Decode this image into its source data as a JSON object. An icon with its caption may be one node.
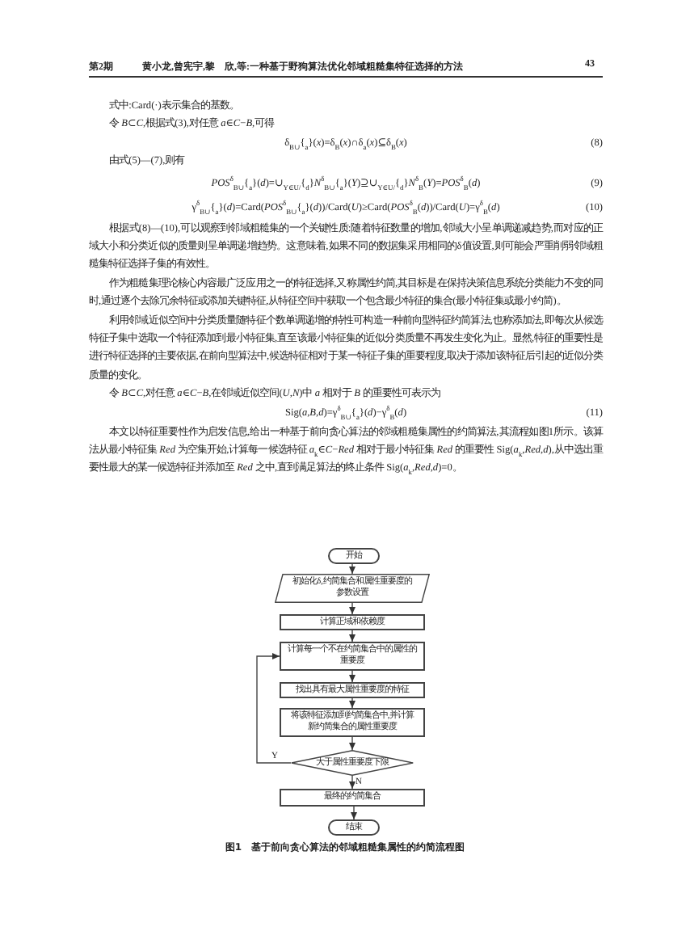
{
  "diagram": {
    "caption": "图1　基于前向贪心算法的邻域粗糙集属性的约简流程图",
    "nodes": [
      {
        "text": [
          "开始"
        ]
      },
      {
        "text": [
          "初始化δ,约简集合和属性重要度的参数设置"
        ]
      },
      {
        "text": [
          "计算正域和依赖度"
        ]
      },
      {
        "text": [
          "计算每一个不在约简集合中的属性的重要度"
        ]
      },
      {
        "text": [
          "找出具有最大属性重要度的特征"
        ]
      },
      {
        "text": [
          "将该特征添加到约简集合中,并计算新约简集合的属性重要度"
        ]
      },
      {
        "text": [
          "大于属性重要度下限"
        ]
      },
      {
        "text": [
          "最终的约简集合"
        ]
      },
      {
        "text": [
          "结束"
        ]
      }
    ],
    "edges": [
      {
        "from": 0,
        "to": 1,
        "arrow": "to"
      },
      {
        "from": 1,
        "to": 2,
        "arrow": "to"
      },
      {
        "from": 2,
        "to": 3,
        "arrow": "to"
      },
      {
        "from": 3,
        "to": 4,
        "arrow": "to"
      },
      {
        "from": 4,
        "to": 5,
        "arrow": "to"
      },
      {
        "from": 5,
        "to": 6,
        "arrow": "to"
      },
      {
        "from": 6,
        "to": 3,
        "arrow": "to",
        "label": "Y"
      },
      {
        "from": 6,
        "to": 7,
        "arrow": "to",
        "label": "N"
      },
      {
        "from": 7,
        "to": 8,
        "arrow": "to"
      }
    ],
    "labels": [
      "第2期",
      "黄小龙,曾宪宇,黎　欣,等:一种基于野狗算法优化邻域粗糙集特征选择的方法",
      "43",
      "式中:Card(·)表示集合的基数。",
      "令 *B*⊂*C*,根据式(3),对任意 *a*∈*C*−*B*,可得",
      "δ$_{B∪}${$_{a}$}(*x*)=δ$_{B}$(*x*)∩δ$_{a}$(*x*)⊆δ$_{B}$(*x*)",
      "(8)",
      "由式(5)—(7),则有",
      "*POS*$^{δ}$$_{B∪}${$_{a}$}(*d*)=∪$_{Y∈U/}${$_{d}$}*N*$^{δ}$$_{B∪}${$_{a}$}(*Y*)⊇∪$_{Y∈U/}${$_{d}$}*N*$^{δ}$$_{B}$(*Y*)=*POS*$^{δ}$$_{B}$(*d*)",
      "(9)",
      "γ$^{δ}$$_{B∪}${$_{a}$}(*d*)=Card(*POS*$^{δ}$$_{B∪}${$_{a}$}(*d*))/Card(*U*)≥Card(*POS*$^{δ}$$_{B}$(*d*))/Card(*U*)=γ$^{δ}$$_{B}$(*d*)",
      "(10)",
      "根据式(8)—(10),可以观察到邻域粗糙集的一个关键性质:随着特征数量的增加,邻域大小呈单调递减趋势,而对应的正域大小和分类近似的质量则呈单调递增趋势。这意味着,如果不同的数据集采用相同的δ值设置,则可能会严重削弱邻域粗糙集特征选择子集的有效性。",
      "作为粗糙集理论核心内容最广泛应用之一的特征选择,又称属性约简,其目标是在保持决策信息系统分类能力不变的同时,通过逐个去除冗余特征或添加关键特征,从特征空间中获取一个包含最少特征的集合(最小特征集或最小约简)。",
      "利用邻域近似空间中分类质量随特征个数单调递增的特性可构造一种前向型特征约简算法,也称添加法,即每次从候选特征子集中选取一个特征添加到最小特征集,直至该最小特征集的近似分类质量不再发生变化为止。显然,特征的重要性是进行特征选择的主要依据,在前向型算法中,候选特征相对于某一特征子集的重要程度,取决于添加该特征后引起的近似分类质量的变化。",
      "令 *B*⊂*C*,对任意 *a*∈*C*−*B*,在邻域近似空间(*U*,*N*)中 *a* 相对于 *B* 的重要性可表示为",
      "Sig(*a*,*B*,*d*)=γ$^{δ}$$_{B∪}${$_{a}$}(*d*)−γ$^{δ}$$_{B}$(*d*)",
      "(11)",
      "本文以特征重要性作为启发信息,给出一种基于前向贪心算法的邻域粗糙集属性的约简算法,其流程如图1所示。该算法从最小特征集 *Red* 为空集开始,计算每一候选特征 *a*$_{k}$∈*C*−*Red* 相对于最小特征集 *Red* 的重要性 Sig(*a*$_{k}$,*Red*,*d*),从中选出重要性最大的某一候选特征并添加至 *Red* 之中,直到满足算法的终止条件 Sig(*a*$_{k}$,*Red*,*d*)=0。"
    ]
  }
}
